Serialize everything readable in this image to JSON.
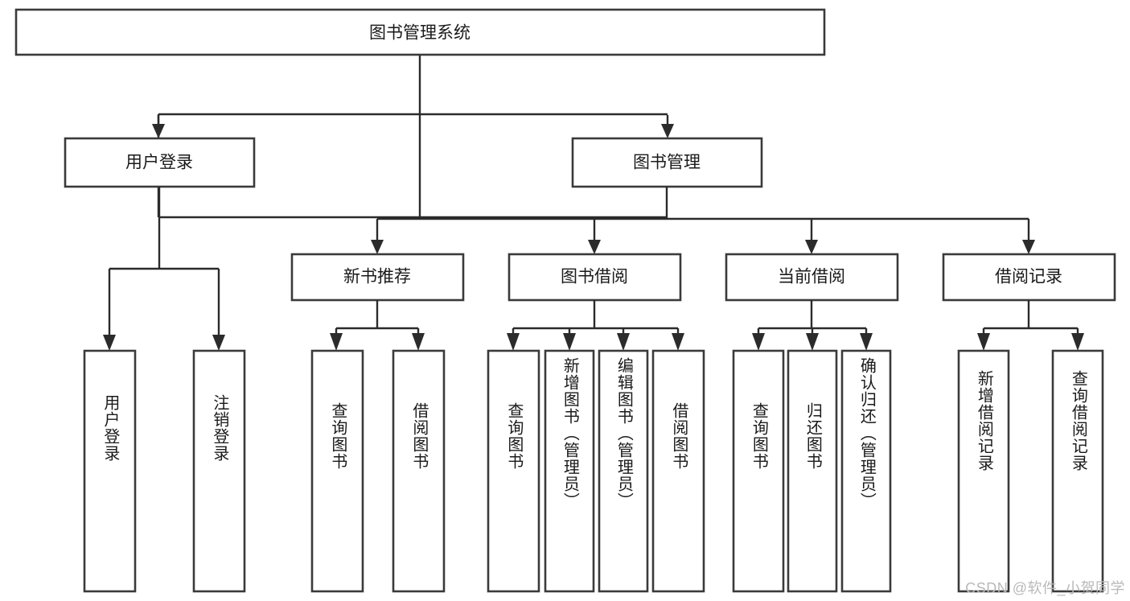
{
  "diagram": {
    "title": "图书管理系统",
    "watermark": "CSDN @软件_小贺同学",
    "type": "tree-hierarchy",
    "colors": {
      "box_stroke": "#3a3a3a",
      "connector": "#2b2b2b",
      "background": "#ffffff",
      "text": "#1a1a1a",
      "watermark": "#b9b9b9"
    },
    "root": {
      "label": "图书管理系统",
      "level": 0
    },
    "level1": [
      {
        "label": "用户登录"
      },
      {
        "label": "图书管理"
      }
    ],
    "level2": [
      {
        "label": "新书推荐"
      },
      {
        "label": "图书借阅"
      },
      {
        "label": "当前借阅"
      },
      {
        "label": "借阅记录"
      }
    ],
    "leaves": {
      "user_login": [
        {
          "label": "用户登录"
        },
        {
          "label": "注销登录"
        }
      ],
      "new_book_recommend": [
        {
          "label": "查询图书"
        },
        {
          "label": "借阅图书"
        }
      ],
      "book_borrow": [
        {
          "label": "查询图书"
        },
        {
          "label": "新增图书（管理员）"
        },
        {
          "label": "编辑图书（管理员）"
        },
        {
          "label": "借阅图书"
        }
      ],
      "current_borrow": [
        {
          "label": "查询图书"
        },
        {
          "label": "归还图书"
        },
        {
          "label": "确认归还（管理员）"
        }
      ],
      "borrow_record": [
        {
          "label": "新增借阅记录"
        },
        {
          "label": "查询借阅记录"
        }
      ]
    }
  }
}
